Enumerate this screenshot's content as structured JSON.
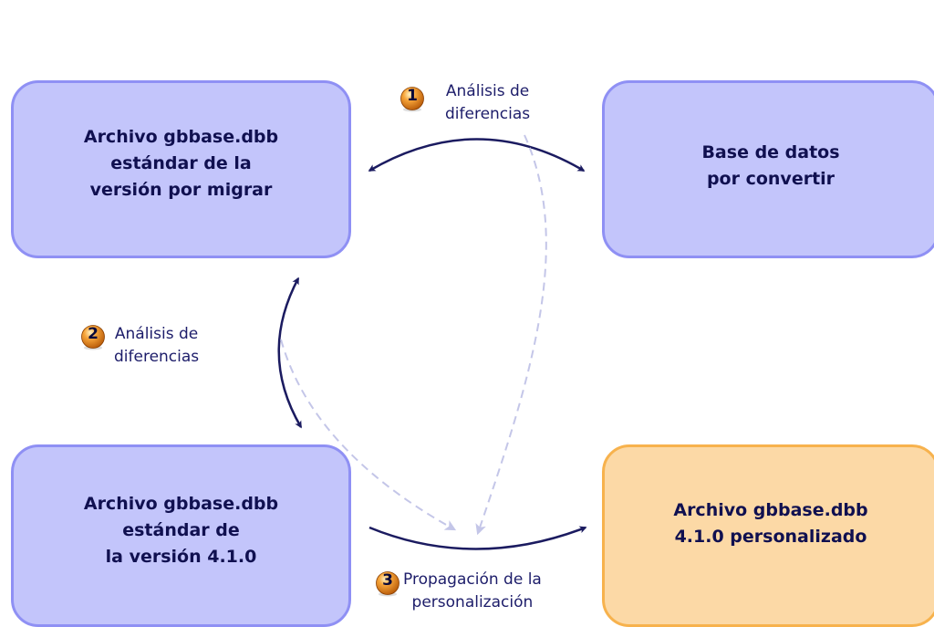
{
  "boxes": {
    "source": "Archivo gbbase.dbb\nestándar de la\nversión por migrar",
    "target": "Base de datos\npor convertir",
    "standard": "Archivo gbbase.dbb\nestándar de\nla versión 4.1.0",
    "result": "Archivo gbbase.dbb\n4.1.0 personalizado"
  },
  "steps": [
    {
      "number": "1",
      "label": "Análisis de\ndiferencias"
    },
    {
      "number": "2",
      "label": "Análisis de\ndiferencias"
    },
    {
      "number": "3",
      "label": "Propagación de la\npersonalización"
    }
  ],
  "colors": {
    "box_blue_fill": "#c3c5fb",
    "box_blue_border": "#8f90f4",
    "box_orange_fill": "#fcd9a6",
    "box_orange_border": "#f7b24d",
    "solid_arrow": "#1b1b60",
    "dashed_arrow": "#c4c6e8",
    "badge_orange": "#e87f10"
  },
  "icons": {
    "badge": "numbered-orange-ball-icon"
  }
}
